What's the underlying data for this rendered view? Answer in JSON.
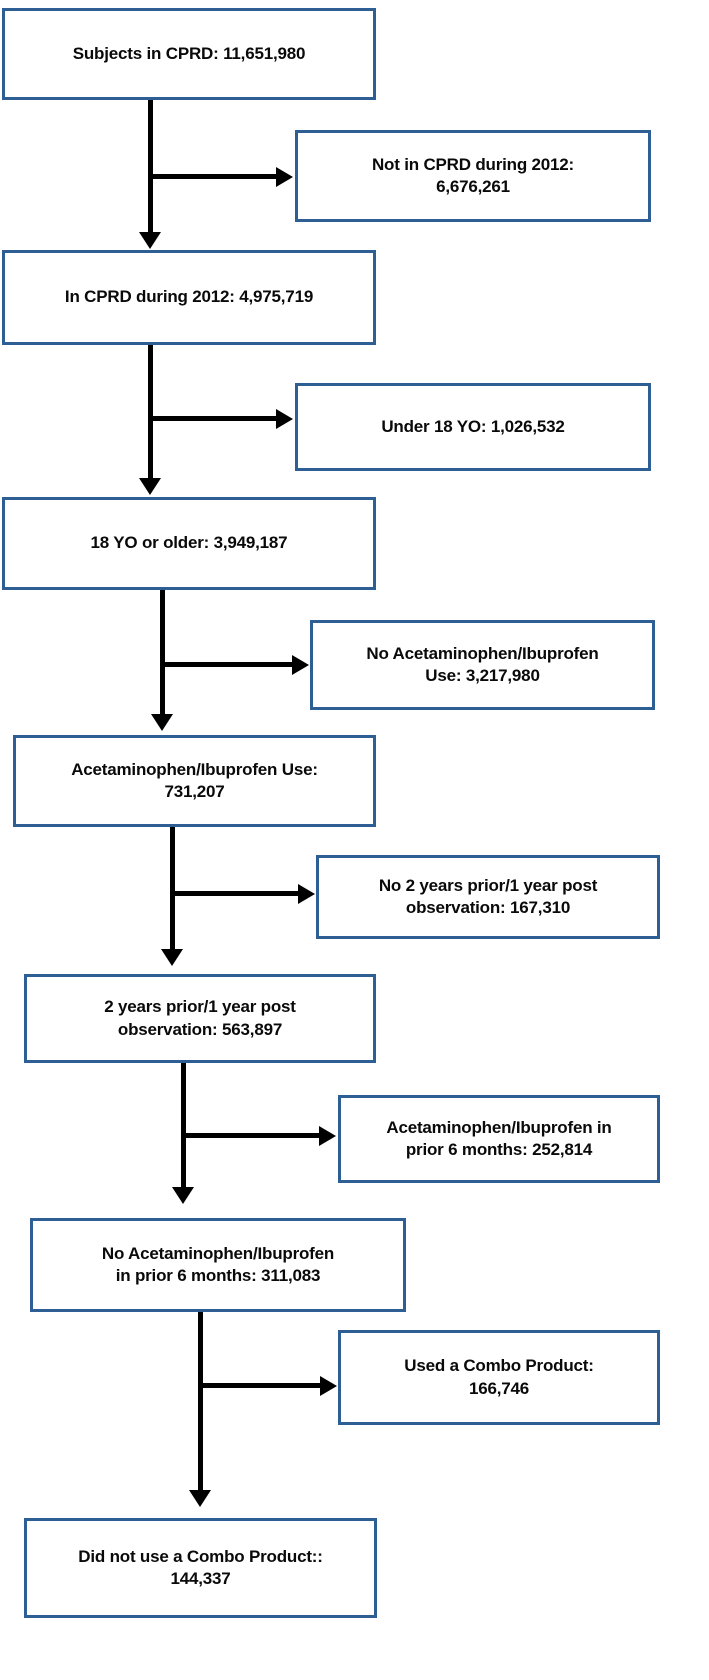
{
  "diagram": {
    "type": "patient-cohort-flowchart",
    "colors": {
      "box_border": "#2e5f94",
      "box_fill": "#ffffff",
      "arrow": "#000000",
      "text": "#0a0a0a"
    },
    "main_nodes": [
      {
        "id": "n1",
        "line1": "Subjects in CPRD: 11,651,980",
        "line2": "",
        "count": "11,651,980"
      },
      {
        "id": "n2",
        "line1": "In CPRD during 2012: 4,975,719",
        "line2": "",
        "count": "4,975,719"
      },
      {
        "id": "n3",
        "line1": "18 YO or older: 3,949,187",
        "line2": "",
        "count": "3,949,187"
      },
      {
        "id": "n4",
        "line1": "Acetaminophen/Ibuprofen Use:",
        "line2": "731,207",
        "count": "731,207"
      },
      {
        "id": "n5",
        "line1": "2 years prior/1 year post",
        "line2": "observation: 563,897",
        "count": "563,897"
      },
      {
        "id": "n6",
        "line1": "No Acetaminophen/Ibuprofen",
        "line2": "in prior 6 months: 311,083",
        "count": "311,083"
      },
      {
        "id": "n7",
        "line1": "Did not use a Combo Product::",
        "line2": "144,337",
        "count": "144,337"
      }
    ],
    "excluded_nodes": [
      {
        "id": "e1",
        "line1": "Not in CPRD during 2012:",
        "line2": "6,676,261",
        "count": "6,676,261"
      },
      {
        "id": "e2",
        "line1": "Under 18 YO: 1,026,532",
        "line2": "",
        "count": "1,026,532"
      },
      {
        "id": "e3",
        "line1": "No Acetaminophen/Ibuprofen",
        "line2": "Use: 3,217,980",
        "count": "3,217,980"
      },
      {
        "id": "e4",
        "line1": "No 2 years prior/1 year post",
        "line2": "observation: 167,310",
        "count": "167,310"
      },
      {
        "id": "e5",
        "line1": "Acetaminophen/Ibuprofen in",
        "line2": "prior 6 months: 252,814",
        "count": "252,814"
      },
      {
        "id": "e6",
        "line1": "Used a Combo Product:",
        "line2": "166,746",
        "count": "166,746"
      }
    ]
  }
}
